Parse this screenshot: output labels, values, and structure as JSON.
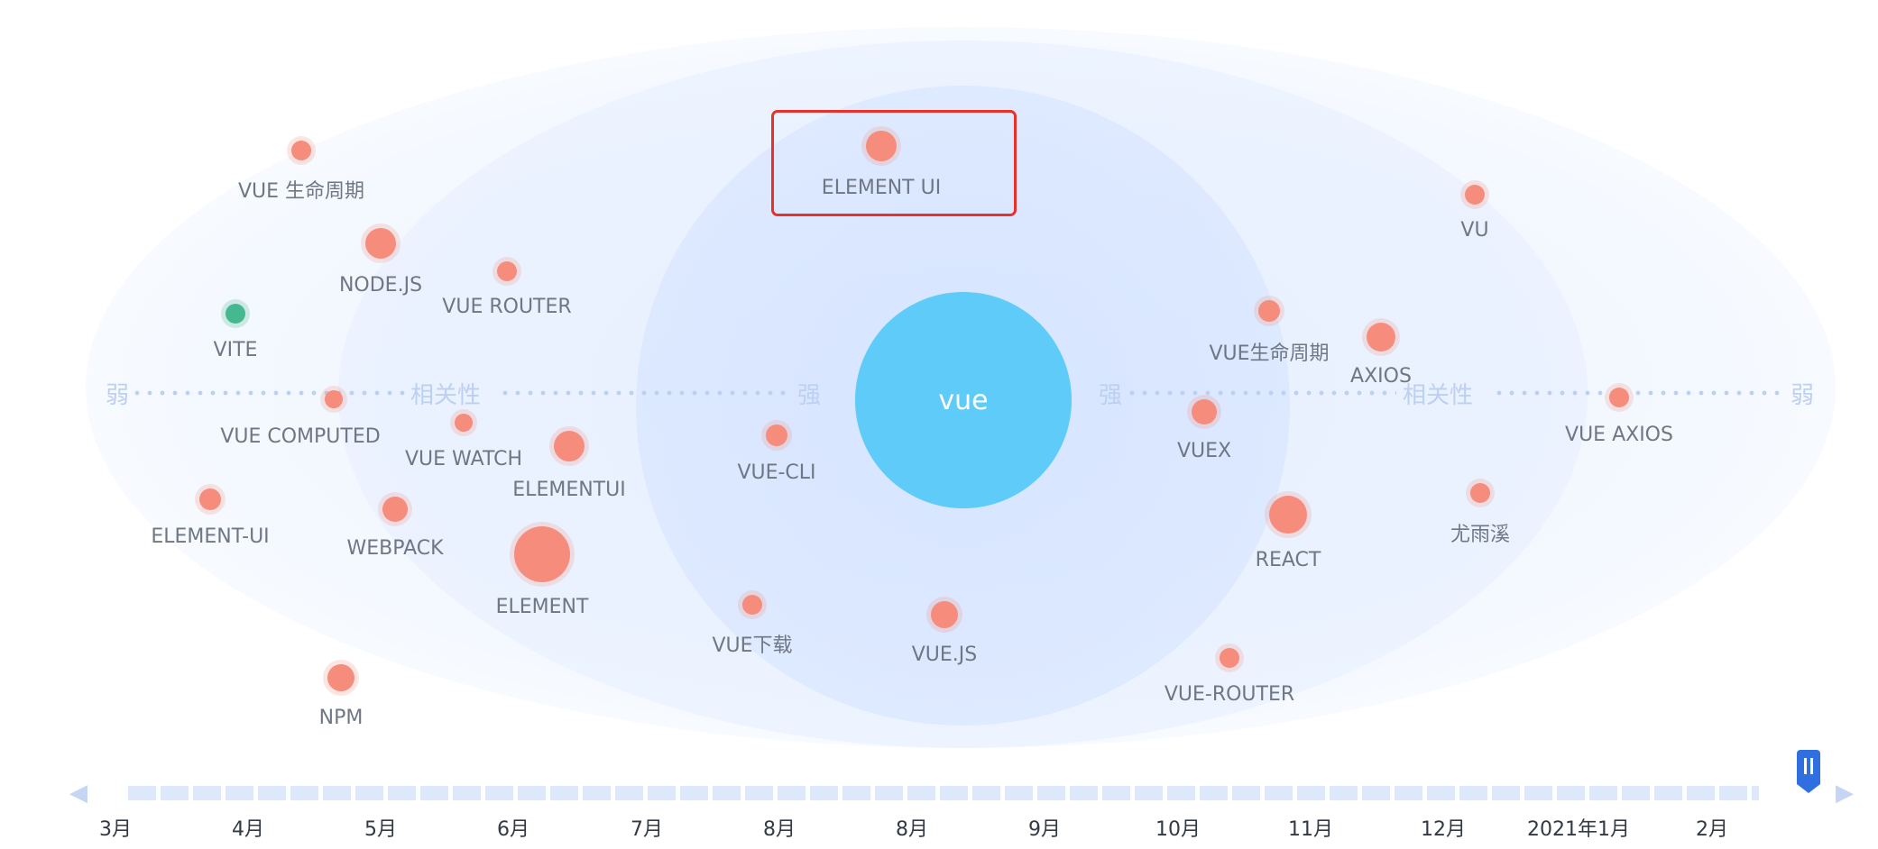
{
  "axis": {
    "weak_label": "弱",
    "strong_label": "强",
    "relevance_label": "相关性"
  },
  "center": {
    "label": "vue"
  },
  "nodes": [
    {
      "label": "VUE 生命周期"
    },
    {
      "label": "NODE.JS"
    },
    {
      "label": "VUE ROUTER"
    },
    {
      "label": "VITE"
    },
    {
      "label": "VUE COMPUTED"
    },
    {
      "label": "VUE WATCH"
    },
    {
      "label": "ELEMENTUI"
    },
    {
      "label": "ELEMENT-UI"
    },
    {
      "label": "WEBPACK"
    },
    {
      "label": "ELEMENT"
    },
    {
      "label": "NPM"
    },
    {
      "label": "ELEMENT UI"
    },
    {
      "label": "VUE-CLI"
    },
    {
      "label": "VUE下载"
    },
    {
      "label": "VUE.JS"
    },
    {
      "label": "VU"
    },
    {
      "label": "VUE生命周期"
    },
    {
      "label": "AXIOS"
    },
    {
      "label": "VUEX"
    },
    {
      "label": "VUE AXIOS"
    },
    {
      "label": "尤雨溪"
    },
    {
      "label": "REACT"
    },
    {
      "label": "VUE-ROUTER"
    }
  ],
  "highlighted_node": "ELEMENT UI",
  "timeline": {
    "months": [
      "3月",
      "4月",
      "5月",
      "6月",
      "7月",
      "8月",
      "8月",
      "9月",
      "10月",
      "11月",
      "12月",
      "2021年1月",
      "2月"
    ],
    "position": 1.0
  },
  "colors": {
    "node": "#f58c7c",
    "node_green": "#45b88f",
    "center": "#5ecbf8",
    "highlight": "#e8312a",
    "slider": "#2f6fe0"
  }
}
